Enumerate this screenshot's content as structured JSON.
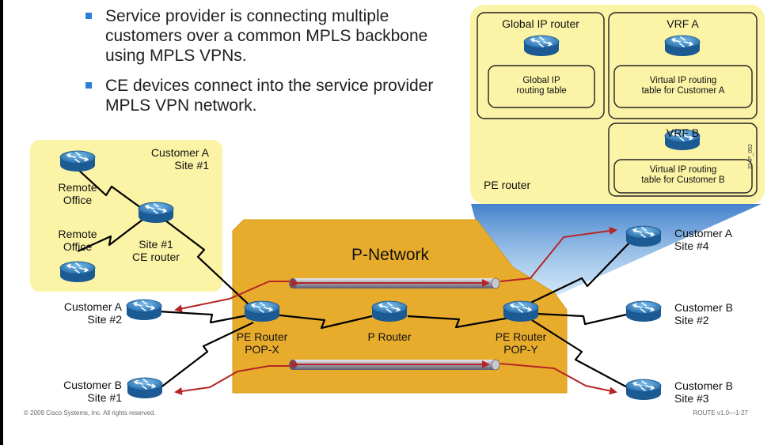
{
  "bullets": [
    "Service provider is connecting multiple customers over a common MPLS backbone using MPLS VPNs.",
    "CE devices connect into the service provider MPLS VPN network."
  ],
  "customer_a_site1": {
    "title_line1": "Customer A",
    "title_line2": "Site #1",
    "remote_office_1_line1": "Remote",
    "remote_office_1_line2": "Office",
    "remote_office_2_line1": "Remote",
    "remote_office_2_line2": "Office",
    "ce_router_line1": "Site #1",
    "ce_router_line2": "CE router"
  },
  "pe_detail": {
    "global_router_title": "Global IP router",
    "global_table_line1": "Global IP",
    "global_table_line2": "routing table",
    "vrf_a_title": "VRF A",
    "vrf_a_table_line1": "Virtual IP routing",
    "vrf_a_table_line2": "table for Customer A",
    "vrf_b_title": "VRF B",
    "vrf_b_table_line1": "Virtual IP routing",
    "vrf_b_table_line2": "table for Customer B",
    "pe_router_label": "PE router"
  },
  "p_network": {
    "title": "P-Network",
    "pe_x_line1": "PE Router",
    "pe_x_line2": "POP-X",
    "p_router": "P Router",
    "pe_y_line1": "PE Router",
    "pe_y_line2": "POP-Y"
  },
  "customers": {
    "a_site2_line1": "Customer A",
    "a_site2_line2": "Site #2",
    "b_site1_line1": "Customer B",
    "b_site1_line2": "Site #1",
    "a_site4_line1": "Customer A",
    "a_site4_line2": "Site #4",
    "b_site2_line1": "Customer B",
    "b_site2_line2": "Site #2",
    "b_site3_line1": "Customer B",
    "b_site3_line2": "Site #3"
  },
  "colors": {
    "yellow_region": "#fbf3a6",
    "p_network": "#e8ac2c",
    "router_blue": "#2f7fc4",
    "arrow_red": "#b52525",
    "bullet_blue": "#2a7fd6"
  },
  "slide_code": "334P_052",
  "footer": {
    "copyright": "© 2009 Cisco Systems, Inc. All rights reserved.",
    "course": "ROUTE v1.0—1-27"
  }
}
